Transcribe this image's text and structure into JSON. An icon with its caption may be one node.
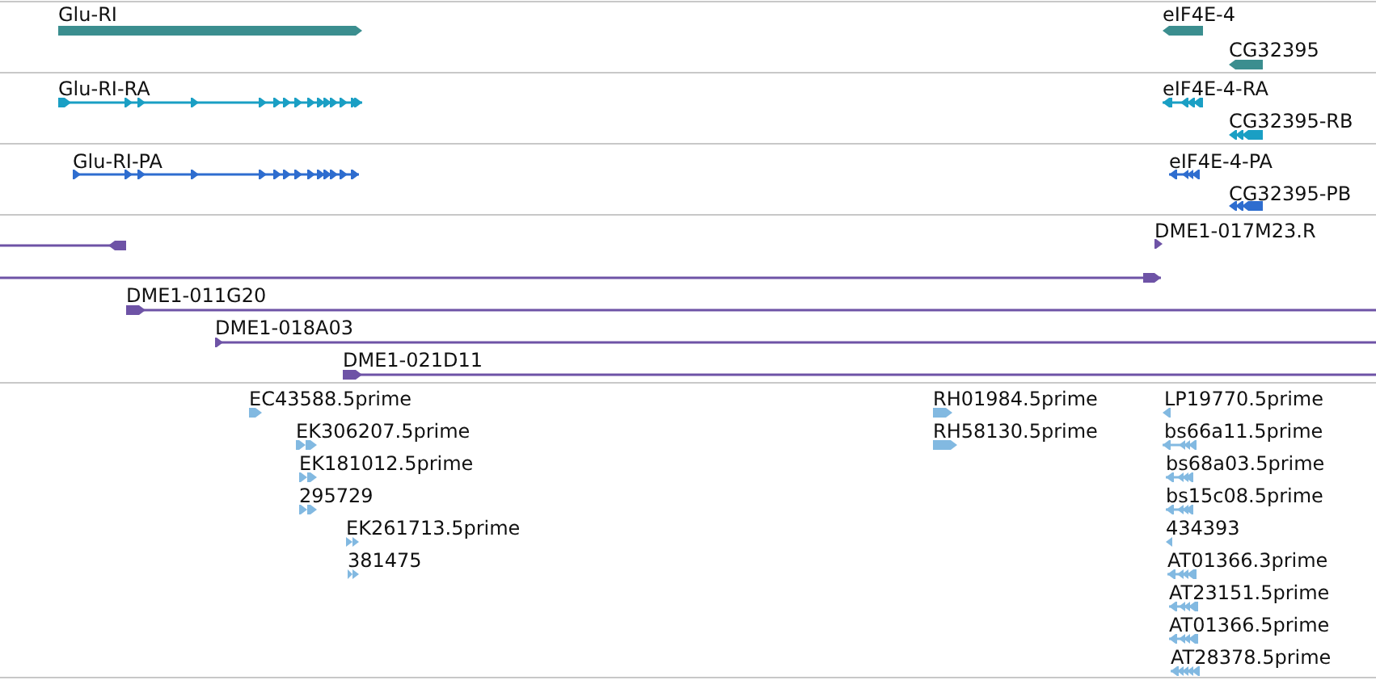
{
  "diagram": {
    "labels": [
      "Glu-RI",
      "eIF4E-4",
      "CG32395",
      "Glu-RI-RA",
      "eIF4E-4-RA",
      "CG32395-RB",
      "Glu-RI-PA",
      "eIF4E-4-PA",
      "CG32395-PB",
      "DME1-017M23.R",
      "DME1-011G20",
      "DME1-018A03",
      "DME1-021D11",
      "EC43588.5prime",
      "RH01984.5prime",
      "LP19770.5prime",
      "EK306207.5prime",
      "RH58130.5prime",
      "bs66a11.5prime",
      "EK181012.5prime",
      "bs68a03.5prime",
      "295729",
      "bs15c08.5prime",
      "EK261713.5prime",
      "434393",
      "381475",
      "AT01366.3prime",
      "AT23151.5prime",
      "AT01366.5prime",
      "AT28378.5prime"
    ]
  }
}
